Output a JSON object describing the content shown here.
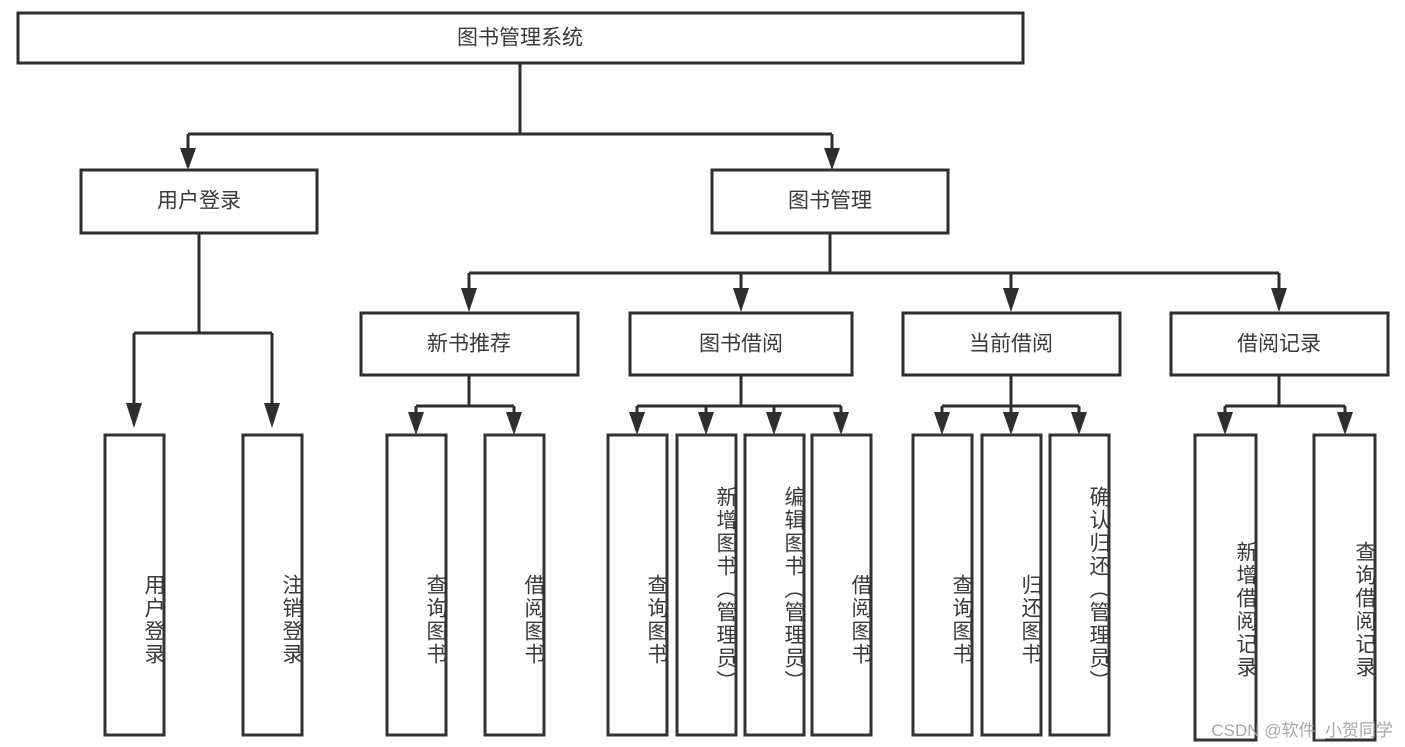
{
  "diagram": {
    "type": "tree-hierarchy-chart",
    "title": "图书管理系统",
    "watermark": "CSDN @软件_小贺同学",
    "colors": {
      "box_stroke": "#2e2e2e",
      "box_fill": "#ffffff",
      "text": "#3a3a3a",
      "connector": "#2e2e2e",
      "watermark": "#a8a8a8",
      "background": "#ffffff"
    },
    "root": {
      "label": "图书管理系统",
      "level": 1
    },
    "level2": [
      {
        "label": "用户登录"
      },
      {
        "label": "图书管理"
      }
    ],
    "level3": [
      {
        "label": "新书推荐",
        "parent": "图书管理"
      },
      {
        "label": "图书借阅",
        "parent": "图书管理"
      },
      {
        "label": "当前借阅",
        "parent": "图书管理"
      },
      {
        "label": "借阅记录",
        "parent": "图书管理"
      }
    ],
    "leaves": {
      "user_login": [
        {
          "label": "用户登录"
        },
        {
          "label": "注销登录"
        }
      ],
      "new_book_recommend": [
        {
          "label": "查询图书"
        },
        {
          "label": "借阅图书"
        }
      ],
      "book_borrow": [
        {
          "label": "查询图书"
        },
        {
          "label": "新增图书（管理员）"
        },
        {
          "label": "编辑图书（管理员）"
        },
        {
          "label": "借阅图书"
        }
      ],
      "current_borrow": [
        {
          "label": "查询图书"
        },
        {
          "label": "归还图书"
        },
        {
          "label": "确认归还（管理员）"
        }
      ],
      "borrow_record": [
        {
          "label": "新增借阅记录"
        },
        {
          "label": "查询借阅记录"
        }
      ]
    }
  }
}
